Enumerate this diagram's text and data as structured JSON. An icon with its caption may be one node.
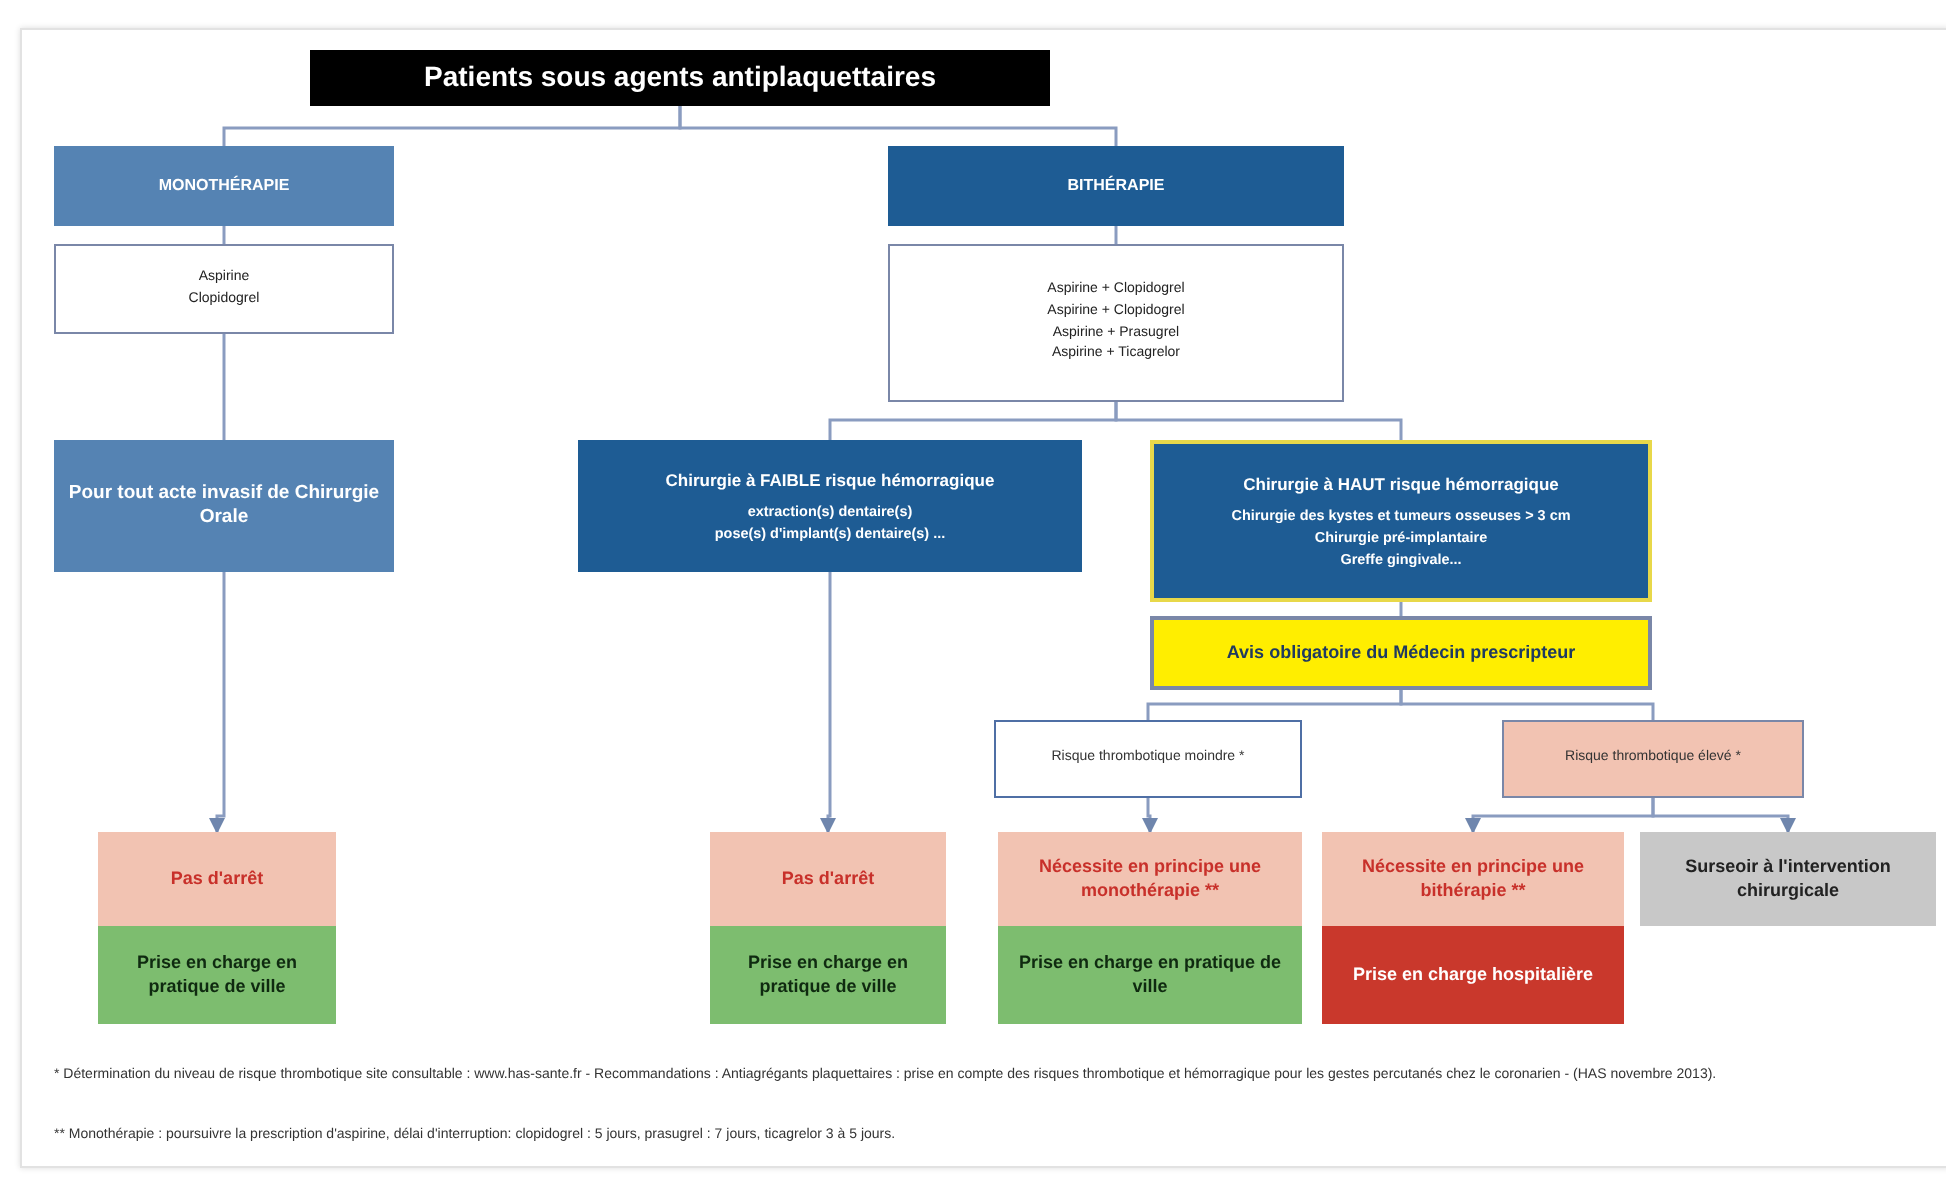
{
  "diagram": {
    "nodes": [
      {
        "text": [
          "Patients sous agents antiplaquettaires"
        ]
      },
      {
        "text": [
          "MONOTHÉRAPIE"
        ]
      },
      {
        "text": [
          "Aspirine",
          "Clopidogrel"
        ]
      },
      {
        "text": [
          "Pour tout acte invasif de Chirurgie Orale"
        ]
      },
      {
        "text": [
          "BITHÉRAPIE"
        ]
      },
      {
        "text": [
          "Aspirine + Clopidogrel",
          "Aspirine + Clopidogrel",
          "Aspirine + Prasugrel",
          "Aspirine + Ticagrelor"
        ]
      },
      {
        "text": [
          "Chirurgie à **FAIBLE** risque hémorragique",
          "extraction(s) dentaire(s)",
          "pose(s) d'implant(s) dentaire(s) ..."
        ]
      },
      {
        "text": [
          "Chirurgie à **HAUT** risque hémorragique",
          "Chirurgie des kystes et tumeurs osseuses > 3 cm",
          "Chirurgie pré-implantaire",
          "Greffe gingivale..."
        ]
      },
      {
        "text": [
          "Avis obligatoire du Médecin prescripteur"
        ]
      },
      {
        "text": [
          "Risque thrombotique moindre *"
        ]
      },
      {
        "text": [
          "Risque thrombotique élevé *"
        ]
      },
      {
        "text": [
          "Pas d'arrêt"
        ]
      },
      {
        "text": [
          "Prise en charge en pratique de ville"
        ]
      },
      {
        "text": [
          "Pas d'arrêt"
        ]
      },
      {
        "text": [
          "Prise en charge en pratique de ville"
        ]
      },
      {
        "text": [
          "Nécessite en principe une monothérapie **"
        ]
      },
      {
        "text": [
          "Prise en charge en pratique de ville"
        ]
      },
      {
        "text": [
          "Nécessite en principe une bithérapie **"
        ]
      },
      {
        "text": [
          "Prise en charge hospitalière"
        ]
      },
      {
        "text": [
          "Surseoir à l'intervention chirurgicale"
        ]
      }
    ],
    "edges": [
      {
        "from": 0,
        "to": 1,
        "arrow": "none"
      },
      {
        "from": 0,
        "to": 4,
        "arrow": "none"
      },
      {
        "from": 1,
        "to": 2,
        "arrow": "none"
      },
      {
        "from": 2,
        "to": 3,
        "arrow": "none"
      },
      {
        "from": 3,
        "to": 11,
        "arrow": "to"
      },
      {
        "from": 4,
        "to": 5,
        "arrow": "none"
      },
      {
        "from": 5,
        "to": 6,
        "arrow": "none"
      },
      {
        "from": 5,
        "to": 7,
        "arrow": "none"
      },
      {
        "from": 6,
        "to": 13,
        "arrow": "to"
      },
      {
        "from": 7,
        "to": 8,
        "arrow": "none"
      },
      {
        "from": 8,
        "to": 9,
        "arrow": "none"
      },
      {
        "from": 8,
        "to": 10,
        "arrow": "none"
      },
      {
        "from": 9,
        "to": 15,
        "arrow": "to"
      },
      {
        "from": 10,
        "to": 17,
        "arrow": "to"
      },
      {
        "from": 10,
        "to": 19,
        "arrow": "to"
      }
    ],
    "labels": [
      "* Détermination du niveau de risque thrombotique site consultable : www.has-sante.fr - Recommandations : Antiagrégants plaquettaires : prise en compte des risques thrombotique et hémorragique pour les gestes percutanés chez le coronarien - (HAS novembre 2013).",
      "** Monothérapie : poursuivre la prescription d'aspirine, délai d'interruption: clopidogrel : 5 jours, prasugrel : 7 jours, ticagrelor 3 à 5 jours."
    ]
  }
}
